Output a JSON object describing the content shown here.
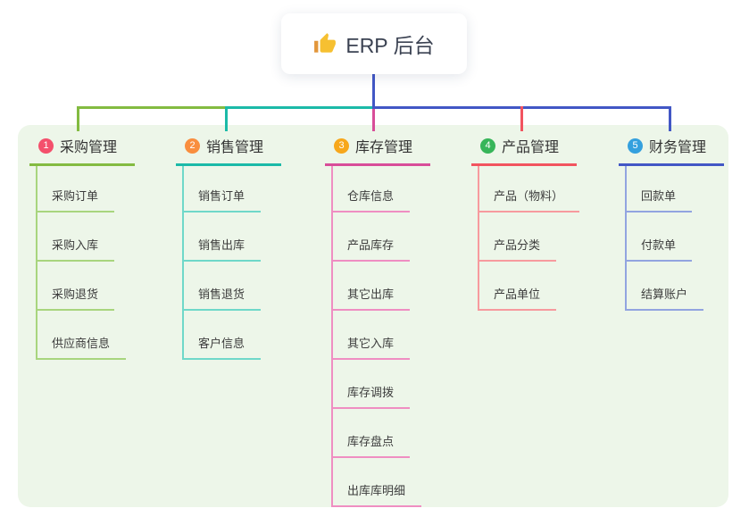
{
  "root": {
    "icon": "thumbs-up-icon",
    "label": "ERP 后台"
  },
  "branches": [
    {
      "index": "1",
      "label": "采购管理",
      "badge_color": "#f4506c",
      "line_color": "#83bb41",
      "child_line_color": "#a8d57e",
      "children": [
        "采购订单",
        "采购入库",
        "采购退货",
        "供应商信息"
      ]
    },
    {
      "index": "2",
      "label": "销售管理",
      "badge_color": "#f98e3e",
      "line_color": "#1bbaa8",
      "child_line_color": "#6fd8c9",
      "children": [
        "销售订单",
        "销售出库",
        "销售退货",
        "客户信息"
      ]
    },
    {
      "index": "3",
      "label": "库存管理",
      "badge_color": "#f7a71b",
      "line_color": "#d84d99",
      "child_line_color": "#ef8ec2",
      "children": [
        "仓库信息",
        "产品库存",
        "其它出库",
        "其它入库",
        "库存调拨",
        "库存盘点",
        "出库库明细"
      ]
    },
    {
      "index": "4",
      "label": "产品管理",
      "badge_color": "#37b559",
      "line_color": "#f2545f",
      "child_line_color": "#f79a9e",
      "children": [
        "产品（物料）",
        "产品分类",
        "产品单位"
      ]
    },
    {
      "index": "5",
      "label": "财务管理",
      "badge_color": "#34a0de",
      "line_color": "#4257c5",
      "child_line_color": "#92a4e0",
      "children": [
        "回款单",
        "付款单",
        "结算账户"
      ]
    }
  ],
  "connectors": {
    "trunk_color": "#4257c5"
  },
  "colors": {
    "panel_bg": "#edf6e9",
    "canvas_bg": "#ffffff",
    "icon_hand": "#f6c031",
    "icon_sleeve": "#e2963a"
  }
}
